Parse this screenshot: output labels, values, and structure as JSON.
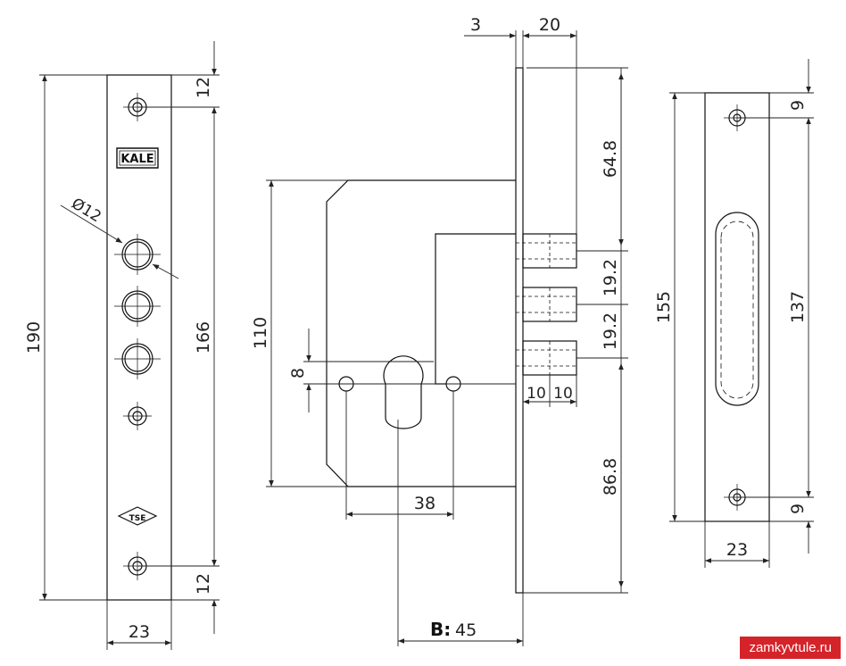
{
  "colors": {
    "line": "#111111",
    "dim_line": "#222222",
    "watermark_bg": "#d5232a"
  },
  "left_view": {
    "dims": {
      "top": "12",
      "bottom": "12",
      "overall": "190",
      "hole_span": "166",
      "width": "23",
      "diameter": "Ø12"
    },
    "logo_brand": "KALE",
    "logo_cert": "TSE"
  },
  "middle_view": {
    "dims": {
      "faceplate": "3",
      "bolt_projection": "20",
      "top_to_bolt": "64.8",
      "bolt_pitch_1": "19.2",
      "bolt_pitch_2": "19.2",
      "bottom_to_bolt": "86.8",
      "body_height": "110",
      "spindle_offset": "8",
      "centre_distance": "38",
      "bolt_w1": "10",
      "bolt_w2": "10",
      "backset_label": "B:",
      "backset_value": "45"
    }
  },
  "right_view": {
    "dims": {
      "top": "9",
      "bottom": "9",
      "overall": "155",
      "hole_span": "137",
      "width": "23"
    }
  },
  "watermark": "zamkyvtule.ru"
}
